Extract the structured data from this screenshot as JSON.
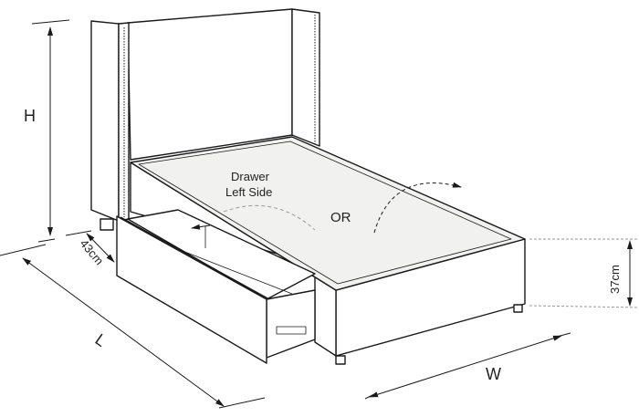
{
  "labels": {
    "height": "H",
    "length": "L",
    "width": "W",
    "drawer_depth": "43cm",
    "base_height": "37cm",
    "drawer_note_line1": "Drawer",
    "drawer_note_line2": "Left Side",
    "or": "OR"
  },
  "colors": {
    "line": "#1a1a1a",
    "mattress": "#f1f1ef",
    "dashed": "#999999"
  }
}
